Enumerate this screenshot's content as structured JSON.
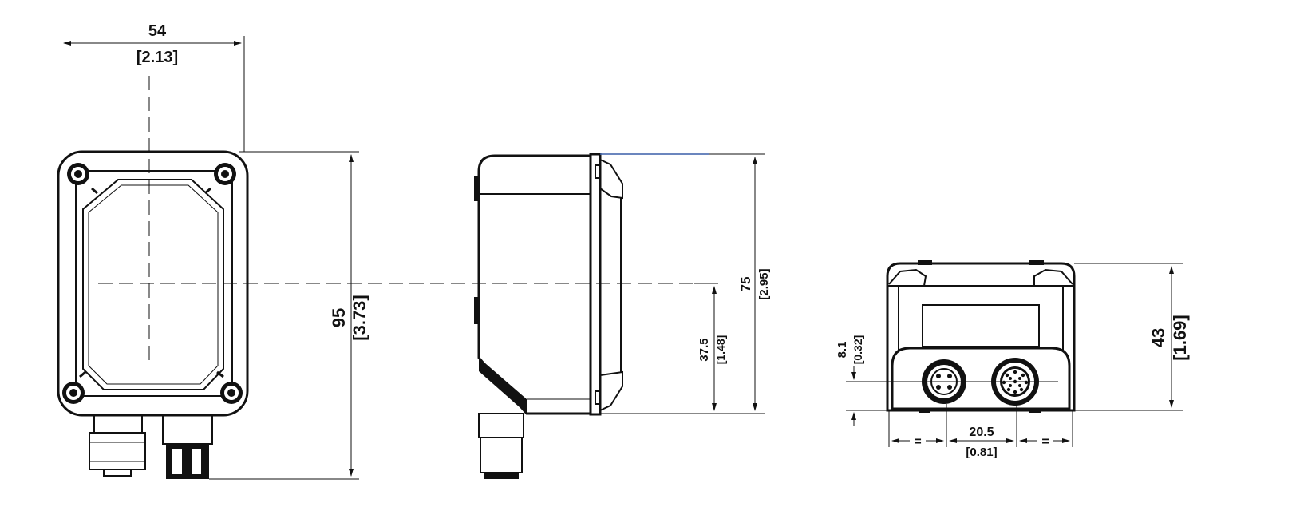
{
  "colors": {
    "line": "#111111",
    "background": "#ffffff",
    "accent_line": "#3a5fa8"
  },
  "front_view": {
    "width": {
      "mm": "54",
      "in": "[2.13]"
    },
    "height": {
      "mm": "95",
      "in": "[3.73]"
    }
  },
  "side_view": {
    "height": {
      "mm": "75",
      "in": "[2.95]"
    },
    "center_height": {
      "mm": "37.5",
      "in": "[1.48]"
    }
  },
  "bottom_view": {
    "height": {
      "mm": "43",
      "in": "[1.69]"
    },
    "connector_offset": {
      "mm": "8.1",
      "in": "[0.32]"
    },
    "connector_spacing": {
      "mm": "20.5",
      "in": "[0.81]"
    },
    "equal_mark_left": "=",
    "equal_mark_right": "="
  }
}
